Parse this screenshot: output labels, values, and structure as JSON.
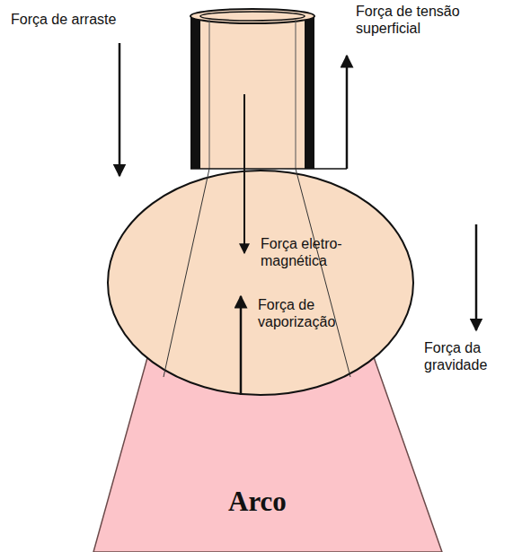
{
  "diagram": {
    "labels": [
      "Força de arraste",
      "Força de tensão superficial",
      "Força eletro-magnética",
      "Força de vaporização",
      "Força da gravidade",
      "Arco"
    ]
  }
}
